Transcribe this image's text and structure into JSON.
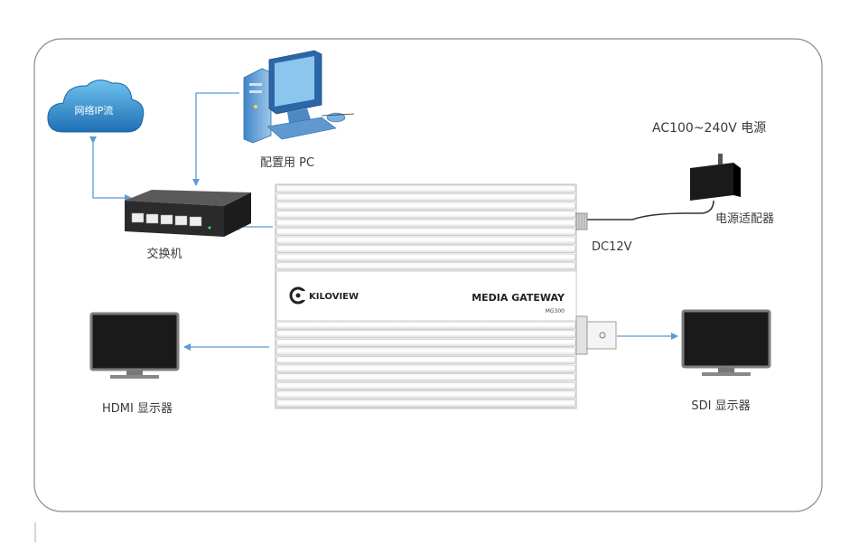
{
  "cloud_label": "网络IP流",
  "pc_label": "配置用 PC",
  "switch_label": "交换机",
  "power_label": "AC100~240V 电源",
  "adapter_label": "电源适配器",
  "dc_label": "DC12V",
  "hdmi_label": "HDMI 显示器",
  "sdi_label": "SDI 显示器",
  "device": {
    "brand": "KILOVIEW",
    "product": "MEDIA GATEWAY",
    "model": "MG300"
  },
  "colors": {
    "arrow": "#5b9bd5",
    "frame": "#8a8a8a",
    "cloud": "#2f86cf"
  }
}
